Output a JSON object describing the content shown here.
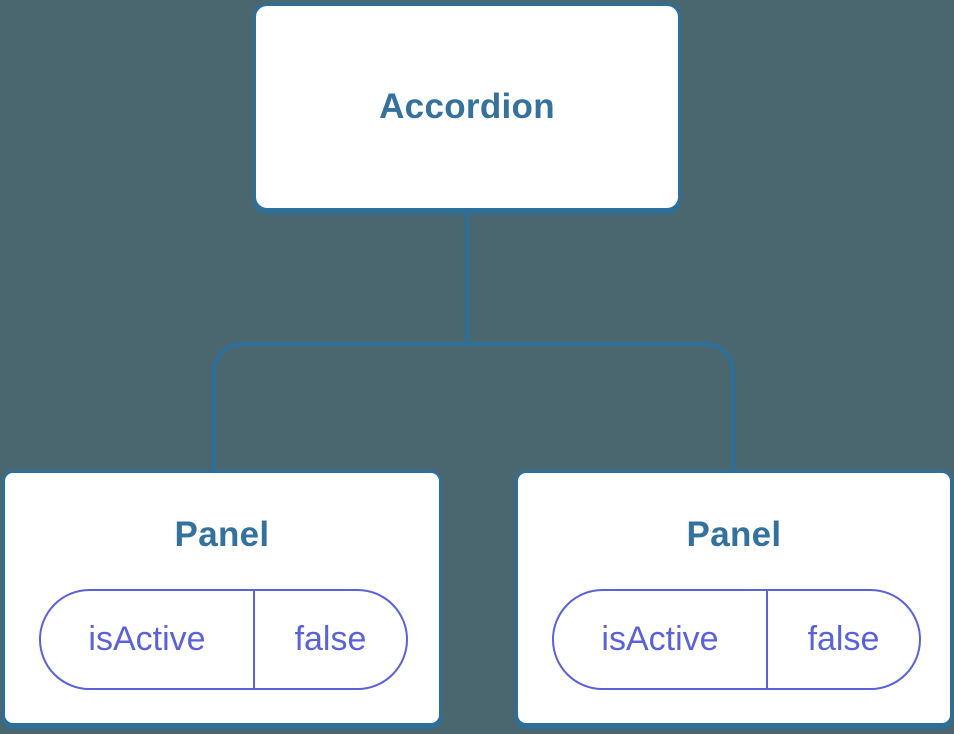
{
  "colors": {
    "background": "#4A6770",
    "line": "#2E6F99",
    "heading": "#35719D",
    "pill": "#5B62D8",
    "node-bg": "#FFFFFF"
  },
  "tree": {
    "root": {
      "label": "Accordion"
    },
    "children": [
      {
        "label": "Panel",
        "state": {
          "name": "isActive",
          "value": "false"
        }
      },
      {
        "label": "Panel",
        "state": {
          "name": "isActive",
          "value": "false"
        }
      }
    ]
  }
}
